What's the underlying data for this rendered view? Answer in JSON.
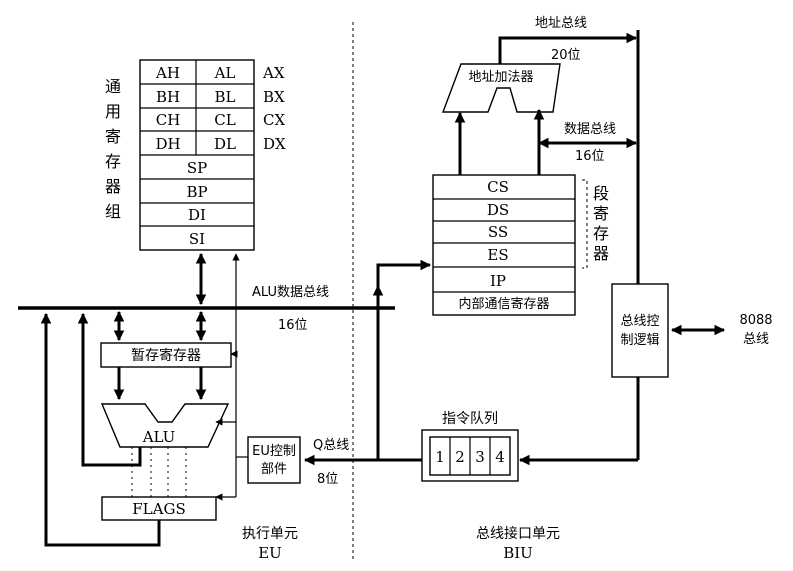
{
  "general_regs": {
    "title_chars": [
      "通",
      "用",
      "寄",
      "存",
      "器",
      "组"
    ],
    "rows": [
      {
        "high": "AH",
        "low": "AL",
        "name": "AX"
      },
      {
        "high": "BH",
        "low": "BL",
        "name": "BX"
      },
      {
        "high": "CH",
        "low": "CL",
        "name": "CX"
      },
      {
        "high": "DH",
        "low": "DL",
        "name": "DX"
      }
    ],
    "pointers": [
      "SP",
      "BP",
      "DI",
      "SI"
    ]
  },
  "alu_bus": {
    "label": "ALU数据总线",
    "width": "16位"
  },
  "temp_regs": "暂存寄存器",
  "alu": "ALU",
  "flags": "FLAGS",
  "eu_control": {
    "line1": "EU控制",
    "line2": "部件"
  },
  "q_bus": {
    "label": "Q总线",
    "width": "8位"
  },
  "eu_title": {
    "line1": "执行单元",
    "line2": "EU"
  },
  "biu_title": {
    "line1": "总线接口单元",
    "line2": "BIU"
  },
  "address_adder": "地址加法器",
  "address_bus": {
    "label": "地址总线",
    "width": "20位"
  },
  "data_bus": {
    "label": "数据总线",
    "width": "16位"
  },
  "segment_regs": {
    "rows": [
      "CS",
      "DS",
      "SS",
      "ES"
    ],
    "title_chars": [
      "段",
      "寄",
      "存",
      "器"
    ]
  },
  "ip": "IP",
  "internal_regs": "内部通信寄存器",
  "bus_control": {
    "line1": "总线控",
    "line2": "制逻辑"
  },
  "external_bus": {
    "line1": "8088",
    "line2": "总线"
  },
  "queue": {
    "title": "指令队列",
    "cells": [
      "1",
      "2",
      "3",
      "4"
    ]
  }
}
